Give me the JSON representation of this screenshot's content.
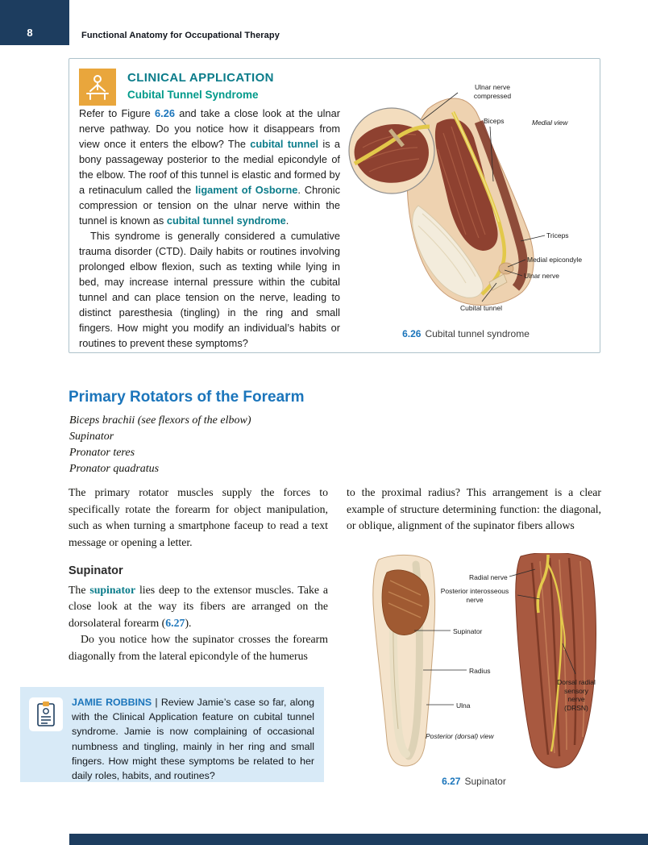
{
  "colors": {
    "navy": "#1d3d5f",
    "blue": "#1b75bb",
    "teal": "#0b7c8a",
    "teal_green": "#009a8a",
    "orange": "#e9a63c",
    "jamie_bg": "#d8eaf7"
  },
  "header": {
    "page_number": "8",
    "running_head": "Functional Anatomy for Occupational Therapy"
  },
  "clinical": {
    "title": "CLINICAL APPLICATION",
    "subtitle": "Cubital Tunnel Syndrome",
    "icon": "person-at-desk-icon",
    "paragraphs": [
      [
        {
          "t": "Refer to Figure "
        },
        {
          "t": "6.26",
          "s": "blue"
        },
        {
          "t": " and take a close look at the ulnar nerve pathway. Do you notice how it disappears from view once it enters the elbow? The "
        },
        {
          "t": "cubital tunnel",
          "s": "teal"
        },
        {
          "t": " is a bony passageway posterior to the medial epicondyle of the elbow. The roof of this tunnel is elastic and formed by a retinaculum called the "
        },
        {
          "t": "ligament of Osborne",
          "s": "teal"
        },
        {
          "t": ". Chronic compression or tension on the ulnar nerve within the tunnel is known as "
        },
        {
          "t": "cubital tunnel syndrome",
          "s": "teal"
        },
        {
          "t": "."
        }
      ],
      [
        {
          "t": "This syndrome is generally considered a cumulative trauma disorder (CTD). Daily habits or routines involving prolonged elbow flexion, such as texting while lying in bed, may increase internal pressure within the cubital tunnel and can place tension on the nerve, leading to distinct paresthesia (tingling) in the ring and small fingers. How might you modify an individual’s habits or routines to prevent these symptoms?"
        }
      ]
    ]
  },
  "fig626": {
    "labels": {
      "ulnar_nerve_compressed": "Ulnar nerve\ncompressed",
      "biceps": "Biceps",
      "medial_view": "Medial view",
      "triceps": "Triceps",
      "medial_epicondyle": "Medial epicondyle",
      "ulnar_nerve": "Ulnar nerve",
      "cubital_tunnel": "Cubital tunnel"
    },
    "caption_number": "6.26",
    "caption_text": "Cubital tunnel syndrome"
  },
  "section": {
    "heading": "Primary Rotators of the Forearm",
    "muscles": [
      "Biceps brachii (see flexors of the elbow)",
      "Supinator",
      "Pronator teres",
      "Pronator quadratus"
    ]
  },
  "body": {
    "left_intro": [
      {
        "t": "The primary rotator muscles supply the forces to specifically rotate the forearm for object manipulation, such as when turning a smartphone faceup to read a text message or opening a letter."
      }
    ],
    "supinator_heading": "Supinator",
    "supinator_p1": [
      {
        "t": "The "
      },
      {
        "t": "supinator",
        "s": "teal"
      },
      {
        "t": " lies deep to the extensor muscles. Take a close look at the way its fibers are arranged on the dorsolateral forearm ("
      },
      {
        "t": "6.27",
        "s": "blue"
      },
      {
        "t": ")."
      }
    ],
    "supinator_p2": [
      {
        "t": "Do you notice how the supinator crosses the forearm diagonally from the lateral epicondyle of the humerus"
      }
    ],
    "right_col": [
      {
        "t": "to the proximal radius? This arrangement is a clear example of structure determining function: the diagonal, or oblique, alignment of the supinator fibers allows"
      }
    ]
  },
  "fig627": {
    "labels": {
      "radial_nerve": "Radial nerve",
      "posterior_interosseous_nerve": "Posterior interosseous\nnerve",
      "supinator": "Supinator",
      "radius": "Radius",
      "ulna": "Ulna",
      "posterior_view": "Posterior (dorsal) view",
      "drsn": "Dorsal radial\nsensory\nnerve\n(DRSN)"
    },
    "caption_number": "6.27",
    "caption_text": "Supinator"
  },
  "jamie": {
    "segments": [
      {
        "t": "JAMIE ROBBINS",
        "s": "blue"
      },
      {
        "t": " | Review Jamie’s case so far, along with the Clinical Application feature on cubital tunnel syndrome. Jamie is now complaining of occasional numbness and tingling, mainly in her ring and small fingers. How might these symptoms be related to her daily roles, habits, and routines?"
      }
    ]
  }
}
